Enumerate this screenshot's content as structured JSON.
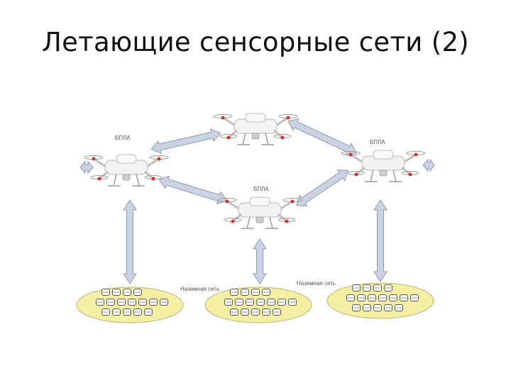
{
  "slide": {
    "title": "Летающие сенсорные сети (2)"
  },
  "diagram": {
    "labels": {
      "uav_left": "БПЛА",
      "uav_right": "БПЛА",
      "uav_center": "БПЛА",
      "ground_left": "Наземная сеть",
      "ground_right": "Наземная сеть"
    },
    "colors": {
      "arrow_fill": "#c9d3e3",
      "arrow_stroke": "#8e9bb3",
      "field_fill": "#f4efa3",
      "field_stroke": "#b9b07a",
      "drone_body": "#f2f2f2",
      "drone_accent": "#d9302a"
    },
    "drone_icon": "quadcopter-icon",
    "sensor_icon": "sensor-node-icon"
  }
}
